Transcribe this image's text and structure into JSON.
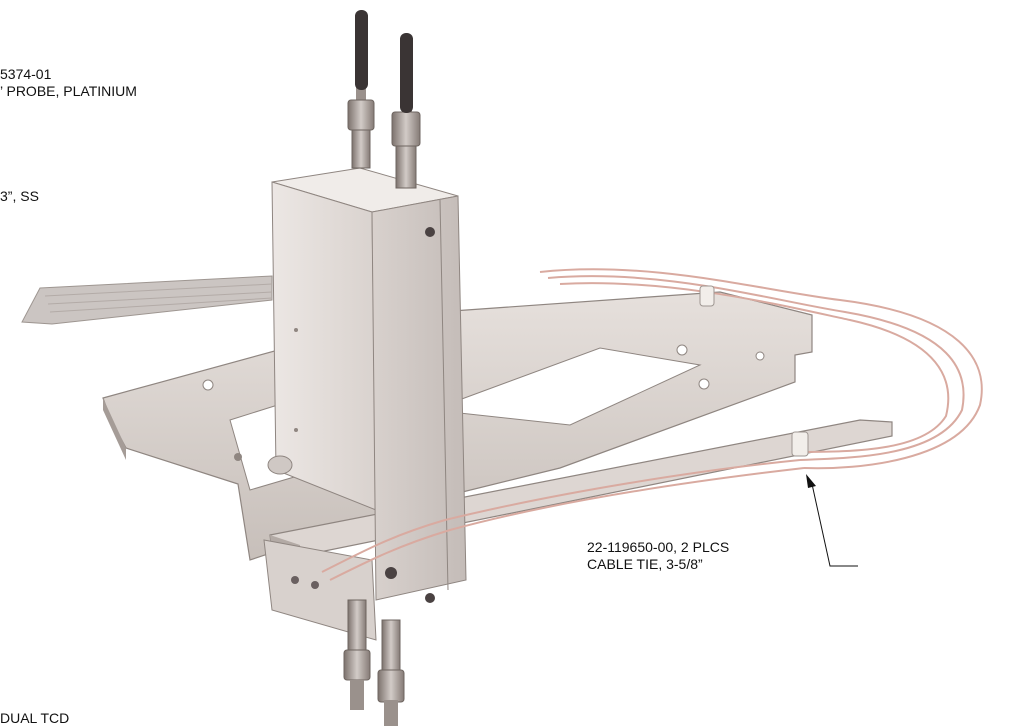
{
  "callouts": {
    "probe": {
      "line1": "5374-01",
      "line2": "’ PROBE, PLATINIUM"
    },
    "tubing": {
      "line1": "3”, SS"
    },
    "cable_tie": {
      "line1": "22-119650-00, 2 PLCS",
      "line2": "CABLE TIE, 3-5/8”"
    },
    "detector": {
      "line1": "DUAL TCD"
    }
  },
  "colors": {
    "metal_light": "#e2dcd8",
    "metal_mid": "#c9c1bc",
    "metal_dark": "#9a918c",
    "connector": "#8a7f7a",
    "knob": "#3a3434",
    "ribbon": "#ccc6c3",
    "wire": "#d9aaa0"
  }
}
